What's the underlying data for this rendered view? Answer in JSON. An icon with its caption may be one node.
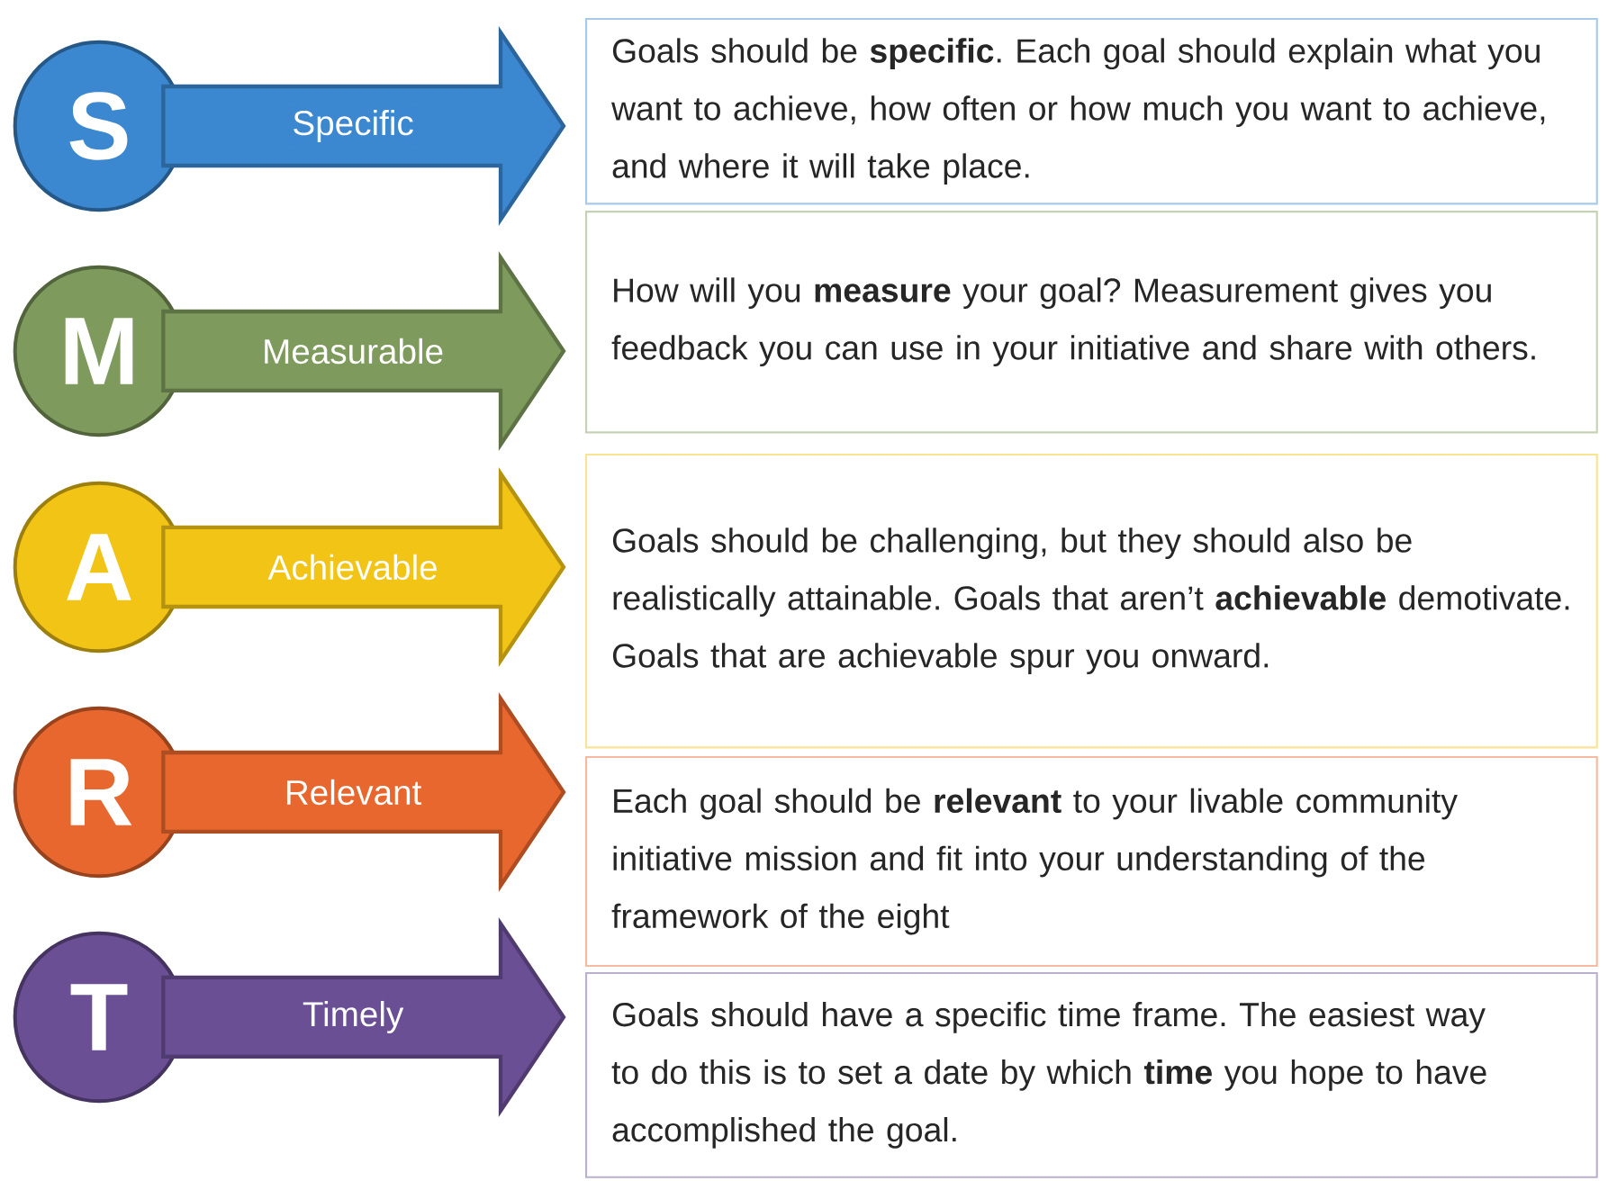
{
  "diagram": {
    "nodes": [
      {
        "text": [
          "S"
        ]
      },
      {
        "text": [
          "Goals should be **specific**. Each goal should explain what you want to achieve, how often or how much you want to achieve, and where it will take place."
        ]
      },
      {
        "text": [
          "M"
        ]
      },
      {
        "text": [
          "How will you **measure** your goal? Measurement gives you feedback you can use in your initiative and share with others."
        ]
      },
      {
        "text": [
          "A"
        ]
      },
      {
        "text": [
          "Goals should be challenging, but they should also be realistically attainable. Goals that aren’t **achievable** demotivate. Goals that are achievable spur you onward."
        ]
      },
      {
        "text": [
          "R"
        ]
      },
      {
        "text": [
          "Each goal should be **relevant** to your livable community initiative mission and fit into your understanding of the framework of the eight"
        ]
      },
      {
        "text": [
          "T"
        ]
      },
      {
        "text": [
          "Goals should have a specific time frame. The easiest way to do this is to set a date by which **time** you hope to have accomplished the goal."
        ]
      }
    ],
    "edges": [
      {
        "from": 0,
        "to": 1,
        "arrow": "to",
        "label": "Specific",
        "style": "thick",
        "color": "#3b87d0"
      },
      {
        "from": 2,
        "to": 3,
        "arrow": "to",
        "label": "Measurable",
        "style": "thick",
        "color": "#7e9a5c"
      },
      {
        "from": 4,
        "to": 5,
        "arrow": "to",
        "label": "Achievable",
        "style": "thick",
        "color": "#f2c416"
      },
      {
        "from": 6,
        "to": 7,
        "arrow": "to",
        "label": "Relevant",
        "style": "thick",
        "color": "#e8672e"
      },
      {
        "from": 8,
        "to": 9,
        "arrow": "to",
        "label": "Timely",
        "style": "thick",
        "color": "#6a4f94"
      }
    ]
  }
}
